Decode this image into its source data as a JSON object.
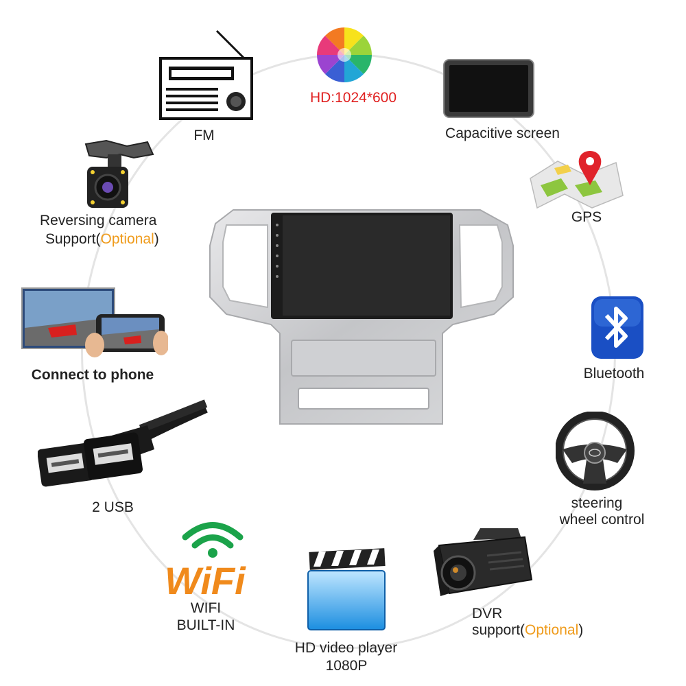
{
  "features": {
    "fm": {
      "label": "FM"
    },
    "hd": {
      "label": "HD:1024*600"
    },
    "capacitive": {
      "label": "Capacitive screen"
    },
    "gps": {
      "label": "GPS"
    },
    "reversing": {
      "line1": "Reversing camera",
      "line2_prefix": "Support(",
      "optional": "Optional",
      "line2_suffix": ")"
    },
    "phone": {
      "label": "Connect to phone"
    },
    "bluetooth": {
      "label": "Bluetooth"
    },
    "usb": {
      "label": "2 USB"
    },
    "steering": {
      "line1": "steering",
      "line2": "wheel control"
    },
    "wifi": {
      "logo": "WiFi",
      "line1": "WIFI",
      "line2": "BUILT-IN"
    },
    "video": {
      "line1": "HD video player",
      "line2": "1080P"
    },
    "dvr": {
      "line1": "DVR",
      "line2_prefix": "support(",
      "optional": "Optional",
      "line2_suffix": ")"
    }
  },
  "icons": [
    "radio-icon",
    "color-wheel-icon",
    "monitor-icon",
    "map-pin-icon",
    "camera-icon",
    "phone-mirroring-icon",
    "bluetooth-icon",
    "usb-cable-icon",
    "steering-wheel-icon",
    "wifi-icon",
    "video-clapper-icon",
    "dashcam-icon",
    "head-unit-image"
  ],
  "colors": {
    "accent_orange": "#ef9b1b",
    "hd_red": "#e02020",
    "bluetooth_blue": "#1a4fc4",
    "wifi_green": "#1ba34a",
    "wifi_orange": "#f08a1c",
    "wifi_blue": "#1e6fd9"
  }
}
